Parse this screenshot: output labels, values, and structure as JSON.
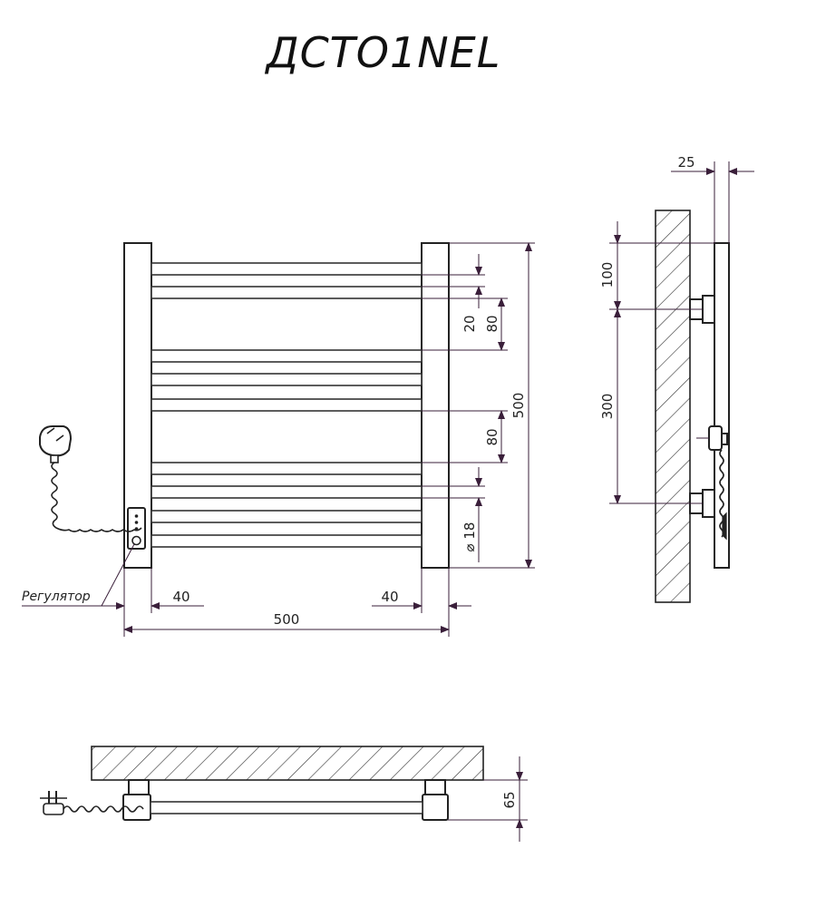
{
  "title": "ДСТО1NEL",
  "regulator_label": "Регулятор",
  "front_view": {
    "width_label": "500",
    "height_label": "500",
    "left_offset_label": "40",
    "right_offset_label": "40",
    "bar_gap_label": "20",
    "group_gap_top_label": "80",
    "group_gap_bottom_label": "80",
    "tube_diameter_label": "⌀ 18"
  },
  "side_view": {
    "wall_gap_label": "25",
    "top_offset_label": "100",
    "mount_spacing_label": "300"
  },
  "top_view": {
    "depth_label": "65"
  },
  "colors": {
    "line": "#222222",
    "dimension": "#3a1f3a",
    "hatch": "#333333"
  }
}
